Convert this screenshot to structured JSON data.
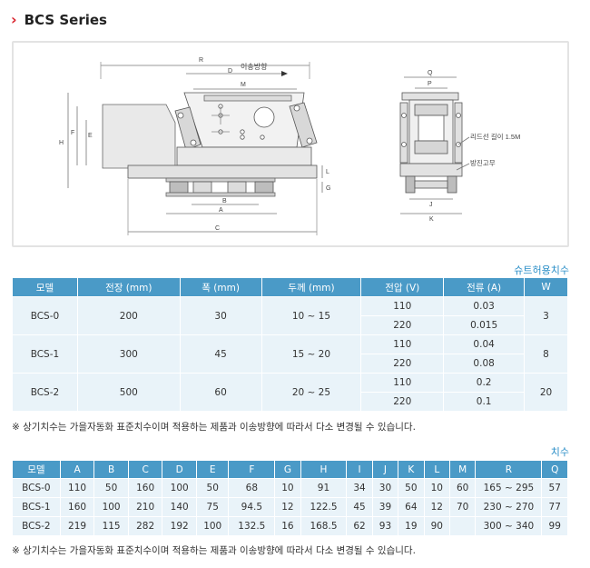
{
  "header": {
    "title": "BCS Series"
  },
  "drawing": {
    "labels": {
      "R": "R",
      "D": "D",
      "transfer_dir": "이송방향",
      "M": "M",
      "H": "H",
      "F": "F",
      "E": "E",
      "L": "L",
      "G": "G",
      "B": "B",
      "A": "A",
      "C": "C",
      "Q": "Q",
      "P": "P",
      "J": "J",
      "K": "K",
      "lead_wire": "리드선 길이 1.5M",
      "rubber": "방진고무"
    }
  },
  "table1": {
    "caption": "슈트허용치수",
    "headers": [
      "모델",
      "전장 (mm)",
      "폭 (mm)",
      "두께 (mm)",
      "전압 (V)",
      "전류 (A)",
      "W"
    ],
    "rows": [
      {
        "model": "BCS-0",
        "length": "200",
        "width": "30",
        "thickness": "10 ~ 15",
        "w": "3",
        "sub": [
          {
            "voltage": "110",
            "current": "0.03"
          },
          {
            "voltage": "220",
            "current": "0.015"
          }
        ]
      },
      {
        "model": "BCS-1",
        "length": "300",
        "width": "45",
        "thickness": "15 ~ 20",
        "w": "8",
        "sub": [
          {
            "voltage": "110",
            "current": "0.04"
          },
          {
            "voltage": "220",
            "current": "0.08"
          }
        ]
      },
      {
        "model": "BCS-2",
        "length": "500",
        "width": "60",
        "thickness": "20 ~ 25",
        "w": "20",
        "sub": [
          {
            "voltage": "110",
            "current": "0.2"
          },
          {
            "voltage": "220",
            "current": "0.1"
          }
        ]
      }
    ],
    "note": "※ 상기치수는 가을자동화 표준치수이며 적용하는 제품과 이송방향에 따라서 다소 변경될 수 있습니다."
  },
  "table2": {
    "caption": "치수",
    "headers": [
      "모델",
      "A",
      "B",
      "C",
      "D",
      "E",
      "F",
      "G",
      "H",
      "I",
      "J",
      "K",
      "L",
      "M",
      "R",
      "Q"
    ],
    "rows": [
      [
        "BCS-0",
        "110",
        "50",
        "160",
        "100",
        "50",
        "68",
        "10",
        "91",
        "34",
        "30",
        "50",
        "10",
        "60",
        "165 ~ 295",
        "57"
      ],
      [
        "BCS-1",
        "160",
        "100",
        "210",
        "140",
        "75",
        "94.5",
        "12",
        "122.5",
        "45",
        "39",
        "64",
        "12",
        "70",
        "230 ~ 270",
        "77"
      ],
      [
        "BCS-2",
        "219",
        "115",
        "282",
        "192",
        "100",
        "132.5",
        "16",
        "168.5",
        "62",
        "93",
        "19",
        "90",
        "",
        "300 ~ 340",
        "99"
      ]
    ],
    "note": "※ 상기치수는 가을자동화 표준치수이며 적용하는 제품과 이송방향에 따라서 다소 변경될 수 있습니다."
  }
}
